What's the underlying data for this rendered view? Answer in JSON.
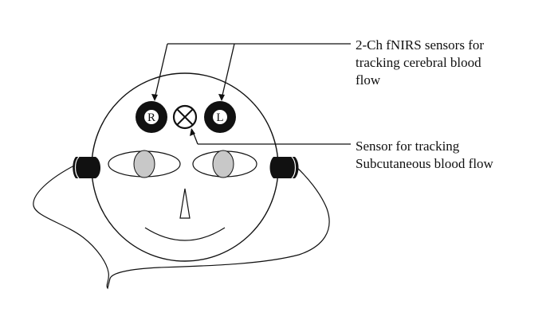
{
  "labels": {
    "fnirs": "2-Ch fNIRS sensors for\ntracking cerebral blood\nflow",
    "subcutaneous": "Sensor for tracking\nSubcutaneous blood flow"
  },
  "sensors": {
    "right": "R",
    "left": "L"
  }
}
